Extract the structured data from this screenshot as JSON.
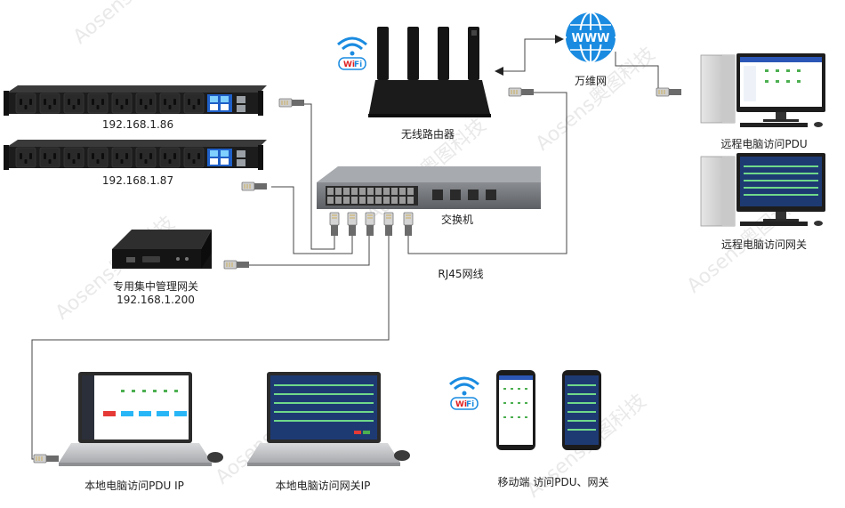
{
  "watermark": "Aosens奥图科技",
  "labels": {
    "pdu1_ip": "192.168.1.86",
    "pdu2_ip": "192.168.1.87",
    "router": "无线路由器",
    "internet": "万维网",
    "switch": "交换机",
    "rj45": "RJ45网线",
    "gateway_name": "专用集中管理网关",
    "gateway_ip": "192.168.1.200",
    "remote_pdu": "远程电脑访问PDU",
    "remote_gateway": "远程电脑访问网关",
    "local_pdu": "本地电脑访问PDU IP",
    "local_gateway": "本地电脑访问网关IP",
    "mobile": "移动端 访问PDU、网关"
  },
  "icons": {
    "www": "WWW",
    "wifi_fi": "Fi",
    "wifi_w": "Wi"
  },
  "colors": {
    "wire": "#444444",
    "device_dark": "#1c1c1c",
    "globe": "#1a8be0",
    "wifi": "#1a8be0",
    "screen_blue": "#1e3a73"
  }
}
